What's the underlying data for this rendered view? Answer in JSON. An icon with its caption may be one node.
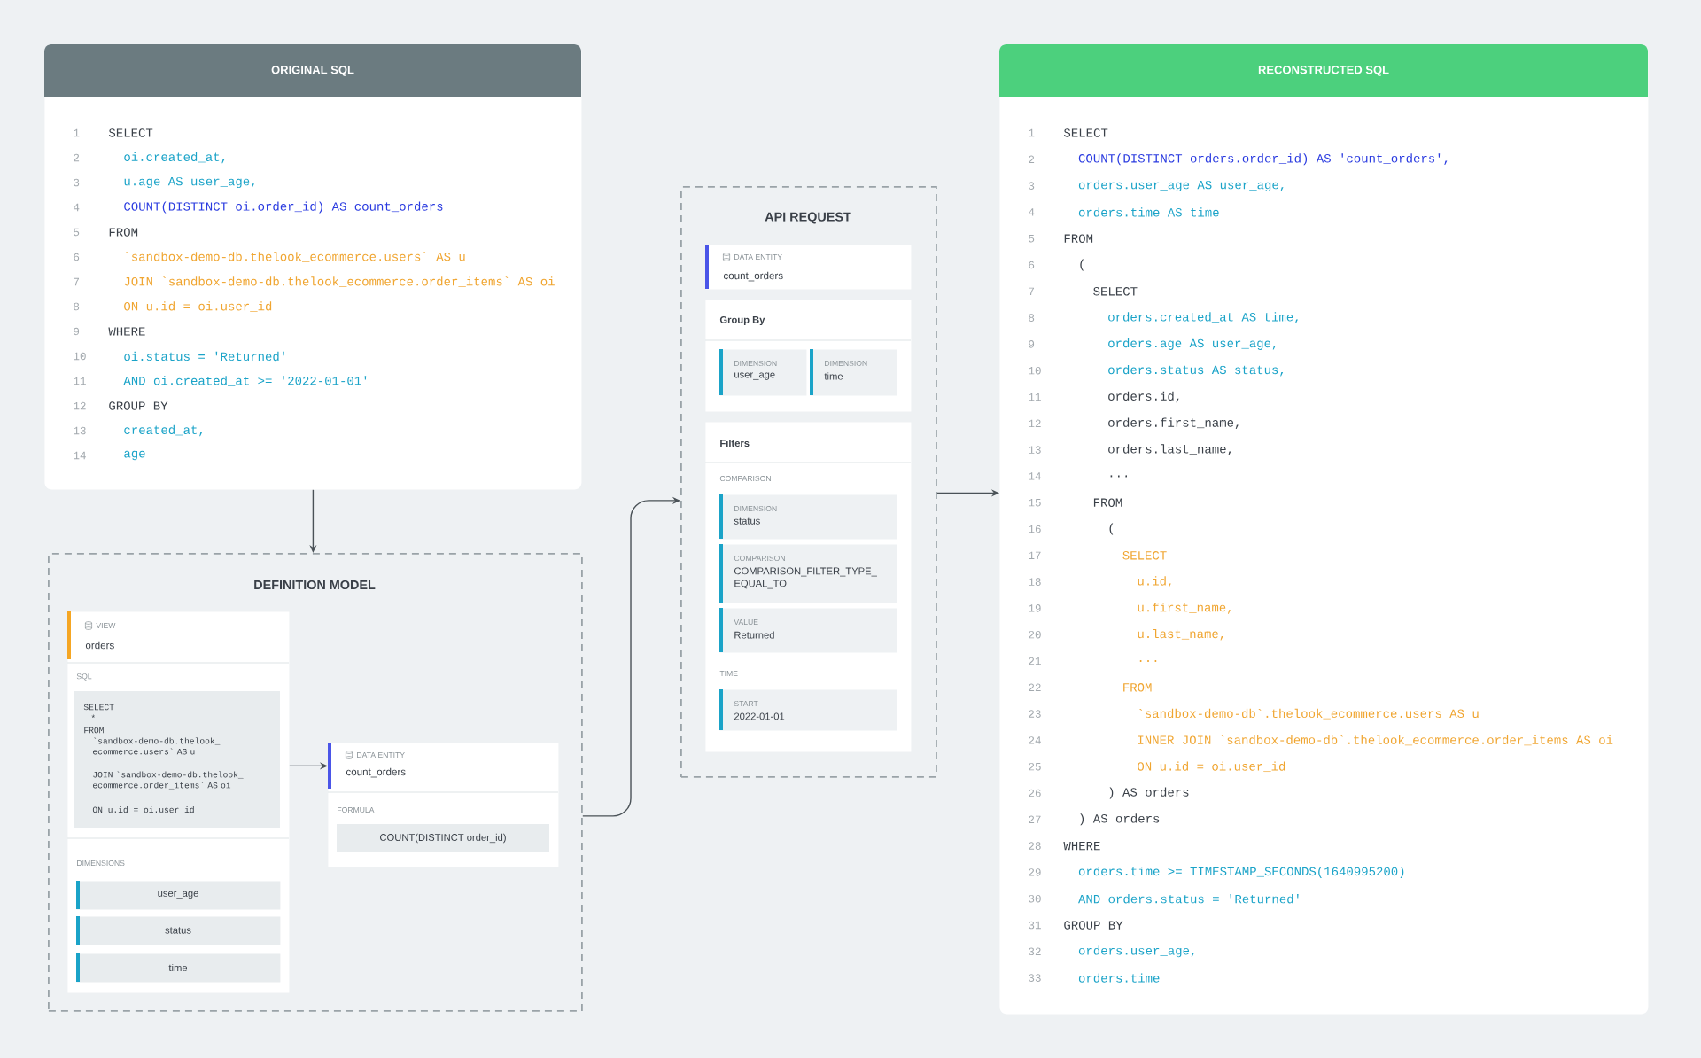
{
  "diagram": {
    "nodes": [
      {
        "text": [
          "ORIGINAL SQL",
          "1",
          "SELECT",
          "2",
          "oi.created_at,",
          "3",
          "u.age AS user_age,",
          "4",
          "COUNT(DISTINCT oi.order_id) AS count_orders",
          "5",
          "FROM",
          "6",
          "`sandbox-demo-db.thelook_ecommerce.users` AS u",
          "7",
          "JOIN `sandbox-demo-db.thelook_ecommerce.order_items` AS oi",
          "8",
          "ON u.id = oi.user_id",
          "9",
          "WHERE",
          "10",
          "oi.status = 'Returned'",
          "11",
          "AND oi.created_at >= '2022-01-01'",
          "12",
          "GROUP BY",
          "13",
          "created_at,",
          "14",
          "age"
        ]
      },
      {
        "text": [
          "DEFINITION MODEL"
        ]
      },
      {
        "text": [
          "VIEW",
          "orders",
          "SQL",
          "SELECT",
          "*",
          "FROM",
          "`sandbox-demo-db.thelook_ ecommerce.users` AS u",
          "JOIN `sandbox-demo-db.thelook_ ecommerce.order_items` AS oi",
          "ON u.id = oi.user_id",
          "DIMENSIONS"
        ],
        "in": 1
      },
      {
        "text": [
          "user_age"
        ],
        "in": 2
      },
      {
        "text": [
          "status"
        ],
        "in": 2
      },
      {
        "text": [
          "time"
        ],
        "in": 2
      },
      {
        "text": [
          "DATA ENTITY",
          "count_orders",
          "FORMULA",
          "COUNT(DISTINCT order_id)"
        ],
        "in": 1
      },
      {
        "text": [
          "API REQUEST"
        ]
      },
      {
        "text": [
          "DATA ENTITY",
          "count_orders"
        ],
        "in": 7
      },
      {
        "text": [
          "Group By"
        ],
        "in": 7
      },
      {
        "text": [
          "DIMENSION",
          "user_age"
        ],
        "in": 9
      },
      {
        "text": [
          "DIMENSION",
          "time"
        ],
        "in": 9
      },
      {
        "text": [
          "Filters",
          "COMPARISON",
          "TIME"
        ],
        "in": 7
      },
      {
        "text": [
          "DIMENSION",
          "status"
        ],
        "in": 12
      },
      {
        "text": [
          "COMPARISON",
          "COMPARISON_FILTER_TYPE_ EQUAL_TO"
        ],
        "in": 12
      },
      {
        "text": [
          "VALUE",
          "Returned"
        ],
        "in": 12
      },
      {
        "text": [
          "START",
          "2022-01-01"
        ],
        "in": 12
      },
      {
        "text": [
          "RECONSTRUCTED SQL",
          "1",
          "SELECT",
          "2",
          "COUNT(DISTINCT orders.order_id) AS 'count_orders',",
          "3",
          "orders.user_age AS user_age,",
          "4",
          "orders.time AS time",
          "5",
          "FROM",
          "6",
          "(",
          "7",
          "SELECT",
          "8",
          "orders.created_at AS time,",
          "9",
          "orders.age AS user_age,",
          "10",
          "orders.status AS status,",
          "11",
          "orders.id,",
          "12",
          "orders.first_name,",
          "13",
          "orders.last_name,",
          "14",
          "...",
          "15",
          "FROM",
          "16",
          "(",
          "17",
          "SELECT",
          "18",
          "u.id,",
          "19",
          "u.first_name,",
          "20",
          "u.last_name,",
          "21",
          "...",
          "22",
          "FROM",
          "23",
          "`sandbox-demo-db`.thelook_ecommerce.users AS u",
          "24",
          "INNER JOIN `sandbox-demo-db`.thelook_ecommerce.order_items AS oi",
          "25",
          "ON u.id = oi.user_id",
          "26",
          ") AS orders",
          "27",
          ") AS orders",
          "28",
          "WHERE",
          "29",
          "orders.time >= TIMESTAMP_SECONDS(1640995200)",
          "30",
          "AND orders.status = 'Returned'",
          "31",
          "GROUP BY",
          "32",
          "orders.user_age,",
          "33",
          "orders.time"
        ]
      }
    ],
    "edges": [
      {
        "from": 0,
        "to": 1,
        "arrow": "to"
      },
      {
        "from": 2,
        "to": 6,
        "arrow": "to"
      },
      {
        "from": 1,
        "to": 7,
        "arrow": "to"
      },
      {
        "from": 7,
        "to": 17,
        "arrow": "to"
      }
    ]
  }
}
